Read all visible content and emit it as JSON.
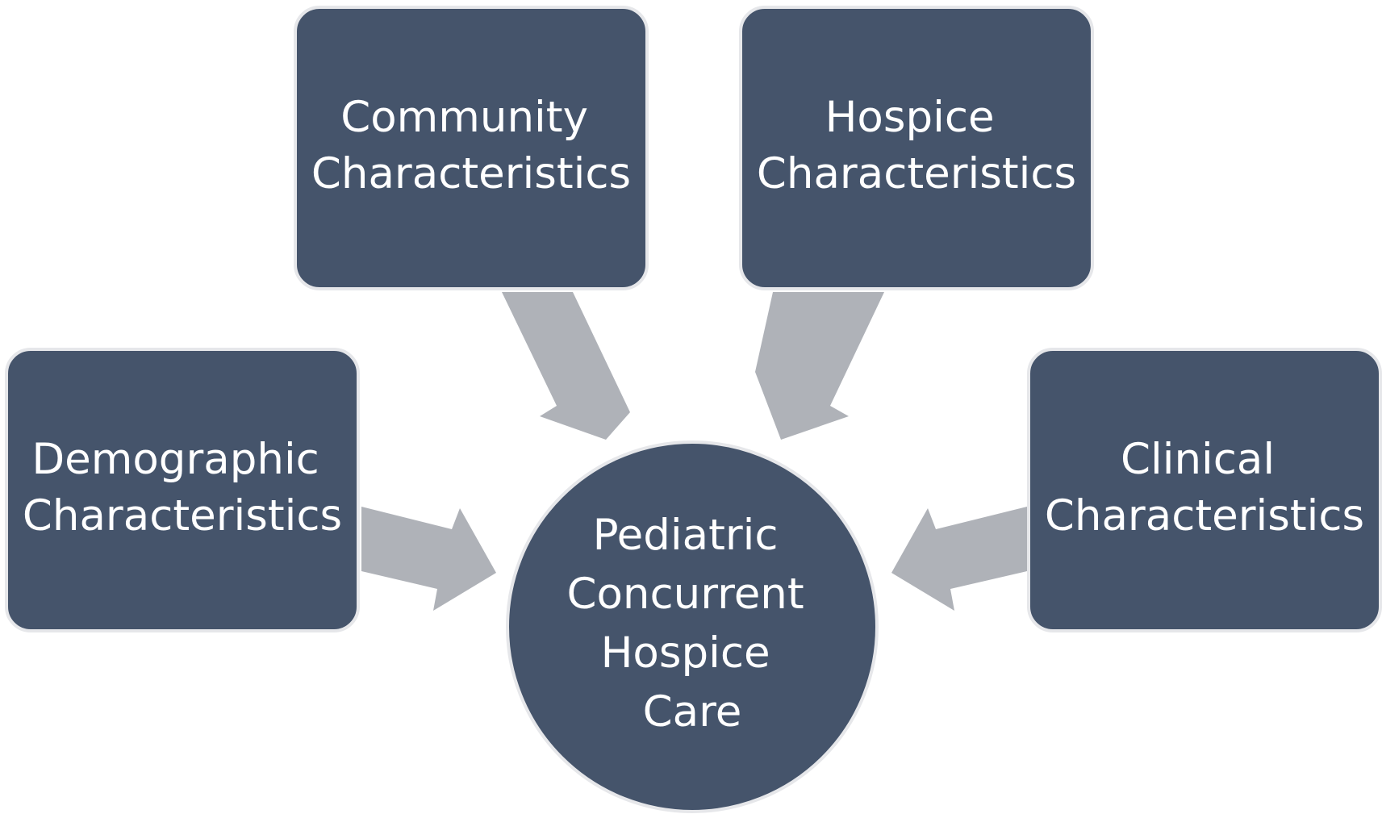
{
  "diagram": {
    "center": {
      "lines": [
        "Pediatric",
        "Concurrent",
        "Hospice",
        "Care"
      ]
    },
    "nodes": {
      "community": {
        "lines": [
          "Community",
          "Characteristics"
        ]
      },
      "hospice": {
        "lines": [
          "Hospice",
          "Characteristics"
        ]
      },
      "demographic": {
        "lines": [
          "Demographic",
          "Characteristics"
        ]
      },
      "clinical": {
        "lines": [
          "Clinical",
          "Characteristics"
        ]
      }
    },
    "colors": {
      "node_fill": "#45546b",
      "node_border": "#e6e7ea",
      "arrow_fill": "#afb2b8",
      "text": "#ffffff"
    }
  }
}
